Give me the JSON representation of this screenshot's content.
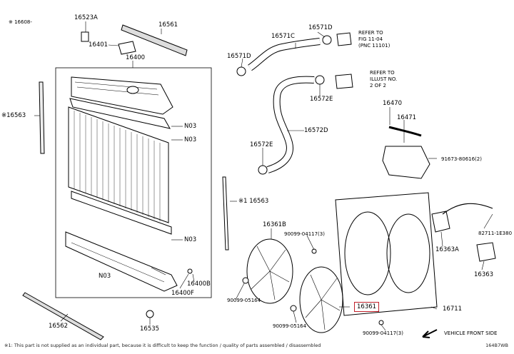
{
  "header_note": "※ 16608-",
  "labels": {
    "p16523A": "16523A",
    "p16561": "16561",
    "p16401": "16401",
    "p16400": "16400",
    "p16571C": "16571C",
    "p16571D_top": "16571D",
    "p16571D_left": "16571D",
    "p16572E_right": "16572E",
    "p16572D": "16572D",
    "p16572E_left": "16572E",
    "p16563_left": "※16563",
    "p16563_right": "※1 16563",
    "n03_a": "N03",
    "n03_b": "N03",
    "n03_c": "N03",
    "n03_d": "N03",
    "p16400B": "16400B",
    "p16400F": "16400F",
    "p16562": "16562",
    "p16535": "16535",
    "p16470": "16470",
    "p16471": "16471",
    "p91673": "91673-80616(2)",
    "p16361B": "16361B",
    "p90099_04117_top": "90099-04117(3)",
    "p90099_05164_left": "90099-05164",
    "p90099_05164_bottom": "90099-05164",
    "p16361": "16361",
    "p16711": "16711",
    "p90099_04117_bottom": "90099-04117(3)",
    "p82711": "82711-1E380",
    "p16363A": "16363A",
    "p16363": "16363"
  },
  "refs": {
    "ref1": [
      "REFER TO",
      "FIG 11-04",
      "(PNC 11101)"
    ],
    "ref2": [
      "REFER TO",
      "ILLUST NO.",
      "2 OF 2"
    ]
  },
  "vehicle_front": "VEHICLE FRONT SIDE",
  "footnote": "※1: This part is not supplied as an individual part, because it is difficult to keep the function / quality of parts assembled / disassembled",
  "code": "164B7WB",
  "colors": {
    "line": "#000000",
    "highlight": "#c0202a"
  }
}
